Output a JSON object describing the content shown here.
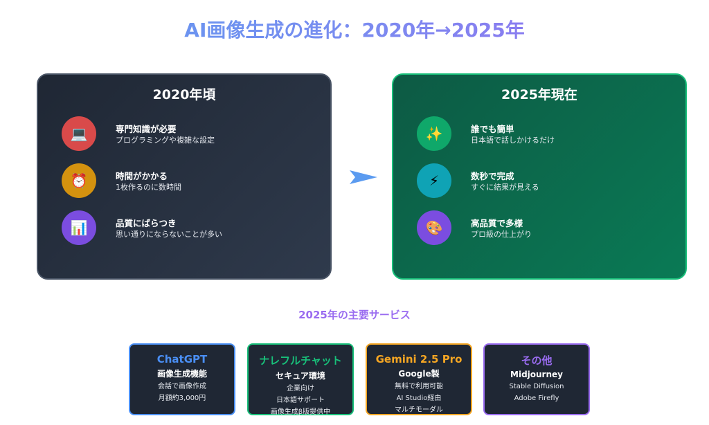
{
  "title": "AI画像生成の進化：2020年→2025年",
  "before": {
    "title": "2020年頃",
    "items": [
      {
        "icon": "laptop-icon",
        "glyph": "💻",
        "color": "#d94a4a",
        "title": "専門知識が必要",
        "desc": "プログラミングや複雑な設定"
      },
      {
        "icon": "alarm-clock-icon",
        "glyph": "⏰",
        "color": "#d4920f",
        "title": "時間がかかる",
        "desc": "1枚作るのに数時間"
      },
      {
        "icon": "bar-chart-icon",
        "glyph": "📊",
        "color": "#7b4de0",
        "title": "品質にばらつき",
        "desc": "思い通りにならないことが多い"
      }
    ]
  },
  "after": {
    "title": "2025年現在",
    "items": [
      {
        "icon": "sparkles-icon",
        "glyph": "✨",
        "color": "#0fa86a",
        "title": "誰でも簡単",
        "desc": "日本語で話しかけるだけ"
      },
      {
        "icon": "lightning-icon",
        "glyph": "⚡",
        "color": "#0fa3b5",
        "title": "数秒で完成",
        "desc": "すぐに結果が見える"
      },
      {
        "icon": "palette-icon",
        "glyph": "🎨",
        "color": "#7b4de0",
        "title": "高品質で多様",
        "desc": "プロ級の仕上がり"
      }
    ]
  },
  "services_title": "2025年の主要サービス",
  "services": [
    {
      "name": "ChatGPT",
      "sub": "画像生成機能",
      "lines": [
        "会話で画像作成",
        "月額約3,000円"
      ],
      "color": "#4a8ff5"
    },
    {
      "name": "ナレフルチャット",
      "sub": "セキュア環境",
      "lines": [
        "企業向け",
        "日本語サポート",
        "画像生成β版提供中"
      ],
      "color": "#18c07a"
    },
    {
      "name": "Gemini 2.5 Pro",
      "sub": "Google製",
      "lines": [
        "無料で利用可能",
        "AI Studio経由",
        "マルチモーダル"
      ],
      "color": "#f5a623"
    },
    {
      "name": "その他",
      "sub": "Midjourney",
      "lines": [
        "Stable Diffusion",
        "Adobe Firefly"
      ],
      "color": "#9a6cf0"
    }
  ]
}
